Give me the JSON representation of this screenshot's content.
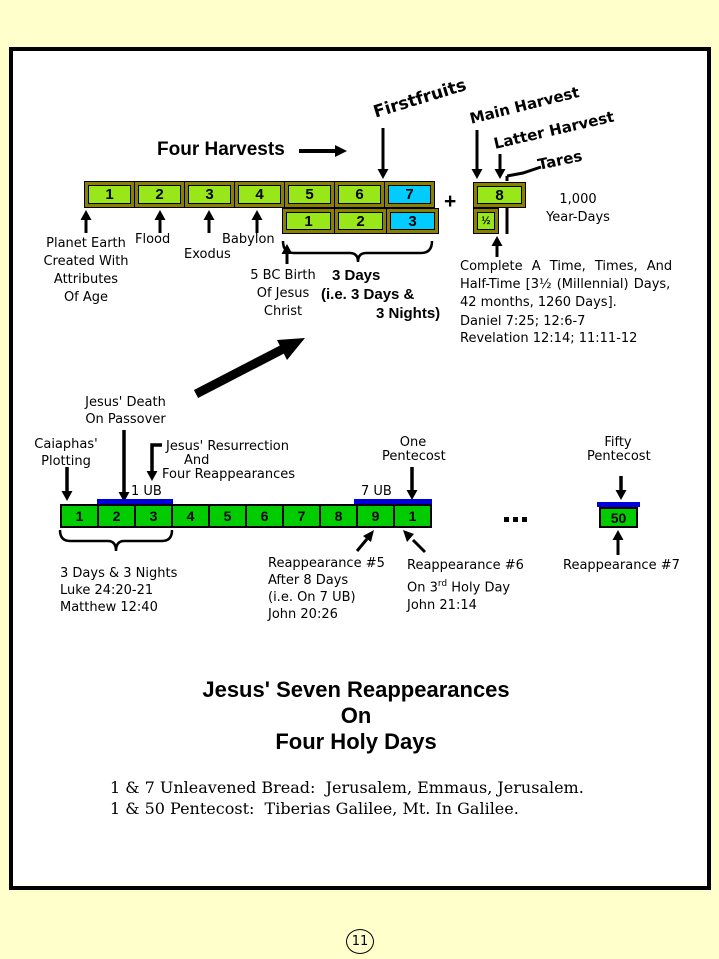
{
  "top_section": {
    "heading": "Four Harvests",
    "rotated_labels": {
      "firstfruits": "Firstfruits",
      "main_harvest": "Main Harvest",
      "latter_harvest": "Latter Harvest",
      "tares": "Tares"
    },
    "row1_cells": [
      "1",
      "2",
      "3",
      "4",
      "5",
      "6",
      "7"
    ],
    "row2_cells": [
      "1",
      "2",
      "3"
    ],
    "plus": "+",
    "box8": "8",
    "box_half": "½",
    "year_days": [
      "1,000",
      "Year-Days"
    ],
    "labels": {
      "planet_earth": [
        "Planet Earth",
        "Created With",
        "Attributes",
        "Of Age"
      ],
      "flood": "Flood",
      "exodus": "Exodus",
      "babylon": "Babylon",
      "birth": [
        "5 BC Birth",
        "Of Jesus",
        "Christ"
      ],
      "three_days": [
        "3 Days",
        "(i.e. 3 Days &",
        "3 Nights)"
      ]
    },
    "complete_text": [
      "Complete A Time, Times, And",
      "Half-Time [3½ (Millennial) Days,",
      "42 months, 1260 Days]."
    ],
    "refs": [
      "Daniel 7:25; 12:6-7",
      "Revelation 12:14; 11:11-12"
    ]
  },
  "mid_section": {
    "labels": {
      "death": [
        "Jesus' Death",
        "On Passover"
      ],
      "caiaphas": [
        "Caiaphas'",
        "Plotting"
      ],
      "resurrection": [
        "Jesus' Resurrection",
        "And",
        "Four Reappearances"
      ],
      "ub1": "1 UB",
      "ub7": "7 UB",
      "one_pentecost": [
        "One",
        "Pentecost"
      ],
      "fifty_pentecost": [
        "Fifty",
        "Pentecost"
      ]
    },
    "timeline_cells": [
      "1",
      "2",
      "3",
      "4",
      "5",
      "6",
      "7",
      "8",
      "9",
      "1"
    ],
    "box50": "50",
    "annotations": {
      "three_days_nights": [
        "3 Days & 3 Nights",
        "Luke 24:20-21",
        "Matthew 12:40"
      ],
      "reapp5": [
        "Reappearance #5",
        "After 8 Days",
        "(i.e. On 7 UB)",
        "John 20:26"
      ],
      "reapp6_line1": "Reappearance #6",
      "reapp6_line2_pre": "On 3",
      "reapp6_sup": "rd",
      "reapp6_line2_post": " Holy Day",
      "reapp6_line3": "John 21:14",
      "reapp7": "Reappearance #7"
    }
  },
  "bottom_section": {
    "title": [
      "Jesus' Seven Reappearances",
      "On",
      "Four Holy Days"
    ],
    "serif_lines": [
      "1 & 7 Unleavened Bread:  Jerusalem, Emmaus, Jerusalem.",
      "1 & 50 Pentecost:  Tiberias Galilee, Mt. In Galilee."
    ]
  },
  "page": {
    "number": "11"
  },
  "colors": {
    "page_bg": "#FFFFCC",
    "olive_border": "#8A7F00",
    "harvest_green": "#99E619",
    "highlight_cyan": "#00CCFF",
    "timeline_green": "#00CC00",
    "marker_blue": "#0000DD"
  }
}
